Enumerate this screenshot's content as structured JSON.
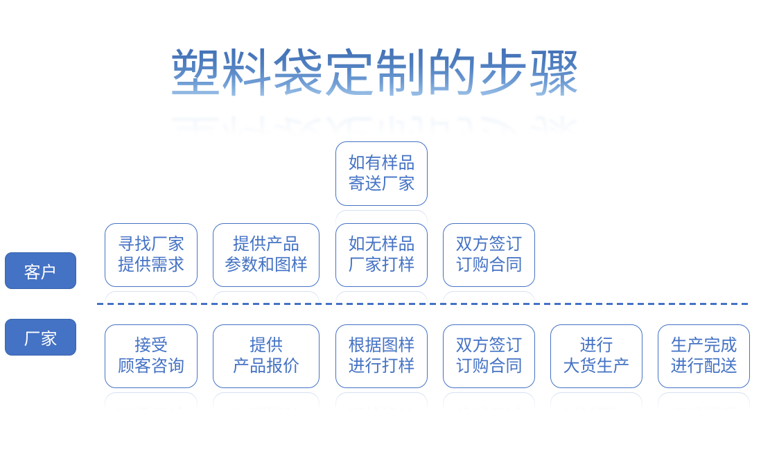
{
  "title": {
    "text": "塑料袋定制的步骤"
  },
  "colors": {
    "accent": "#4472C4",
    "box_border": "#4472C4",
    "box_text": "#4472C4",
    "lane_fill": "#4472C4",
    "lane_text": "#FFFFFF",
    "divider": "#4472C4",
    "title_gradient_top": "#3E6BB1",
    "title_gradient_bottom": "#BCD9F2",
    "background": "#FFFFFF"
  },
  "lanes": {
    "customer": "客户",
    "factory": "厂家"
  },
  "pre_step": {
    "line1": "如有样品",
    "line2": "寄送厂家"
  },
  "customer_steps": [
    {
      "line1": "寻找厂家",
      "line2": "提供需求"
    },
    {
      "line1": "提供产品",
      "line2": "参数和图样"
    },
    {
      "line1": "如无样品",
      "line2": "厂家打样"
    },
    {
      "line1": "双方签订",
      "line2": "订购合同"
    }
  ],
  "factory_steps": [
    {
      "line1": "接受",
      "line2": "顾客咨询"
    },
    {
      "line1": "提供",
      "line2": "产品报价"
    },
    {
      "line1": "根据图样",
      "line2": "进行打样"
    },
    {
      "line1": "双方签订",
      "line2": "订购合同"
    },
    {
      "line1": "进行",
      "line2": "大货生产"
    },
    {
      "line1": "生产完成",
      "line2": "进行配送"
    }
  ]
}
